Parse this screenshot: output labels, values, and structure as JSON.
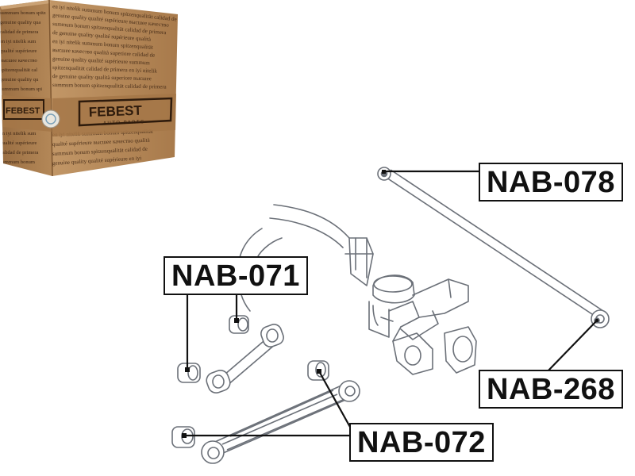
{
  "box": {
    "logo_text": "FEBEST",
    "logo_subtext": "AUTO PARTS",
    "pattern_text": "en iyi nitelik  summum bonum  spitzenqualität  calidad de primera  genuine quality  qualité supérieure  высшее качество  qualità superiore",
    "colors": {
      "cardboard": "#b98d5e",
      "cardboard_dark": "#8c6238",
      "print": "#3e2716"
    }
  },
  "parts": {
    "nab078": "NAB-078",
    "nab071": "NAB-071",
    "nab268": "NAB-268",
    "nab072": "NAB-072"
  },
  "colors": {
    "line": "#111111",
    "drawing": "#6b7078"
  }
}
